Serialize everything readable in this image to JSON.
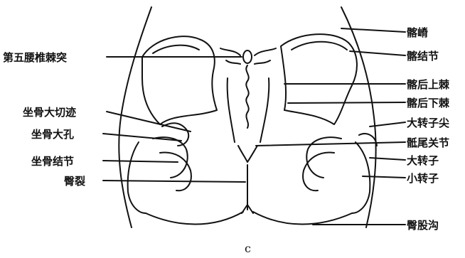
{
  "labels_left": [
    {
      "id": "l5-spinous",
      "text": "第五腰椎棘突"
    },
    {
      "id": "sciatic-notch",
      "text": "坐骨大切迹"
    },
    {
      "id": "sciatic-foramen",
      "text": "坐骨大孔"
    },
    {
      "id": "ischial-tuberosity",
      "text": "坐骨结节"
    },
    {
      "id": "gluteal-cleft",
      "text": "臀裂"
    }
  ],
  "labels_right": [
    {
      "id": "iliac-crest",
      "text": "髂嵴"
    },
    {
      "id": "iliac-tubercle",
      "text": "髂结节"
    },
    {
      "id": "psis",
      "text": "髂后上棘"
    },
    {
      "id": "piis",
      "text": "髂后下棘"
    },
    {
      "id": "greater-trochanter-tip",
      "text": "大转子尖"
    },
    {
      "id": "sacrococcygeal-joint",
      "text": "骶尾关节"
    },
    {
      "id": "greater-trochanter",
      "text": "大转子"
    },
    {
      "id": "lesser-trochanter",
      "text": "小转子"
    },
    {
      "id": "gluteal-fold",
      "text": "臀股沟"
    }
  ],
  "caption": "c"
}
